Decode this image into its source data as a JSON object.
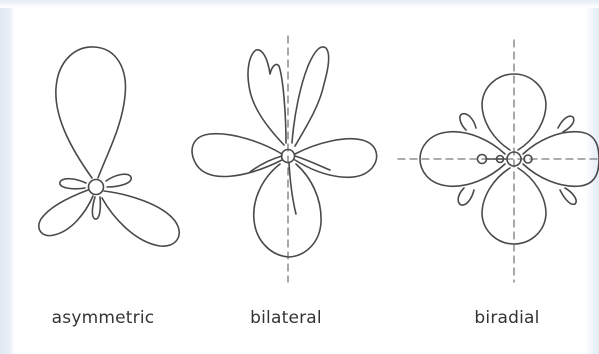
{
  "symmetry_types": [
    {
      "label": "asymmetric"
    },
    {
      "label": "bilateral"
    },
    {
      "label": "biradial"
    }
  ],
  "colors": {
    "stroke": "#4a4a4a",
    "axis": "#7a7a7a",
    "text": "#333333",
    "edge": "#dfe8f3"
  }
}
